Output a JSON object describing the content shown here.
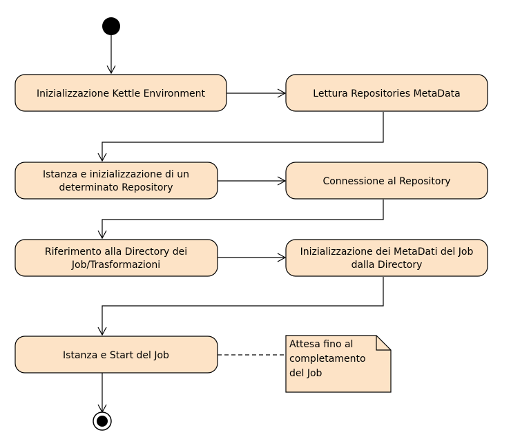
{
  "diagram": {
    "type": "activity",
    "colors": {
      "action_fill": "#fde3c6",
      "note_fill": "#fde3c6",
      "stroke": "#000000",
      "background": "#ffffff"
    },
    "start": "initial-node",
    "end": "final-node",
    "actions": [
      {
        "id": "a1",
        "lines": [
          "Inizializzazione Kettle Environment"
        ]
      },
      {
        "id": "a2",
        "lines": [
          "Lettura Repositories MetaData"
        ]
      },
      {
        "id": "a3",
        "lines": [
          "Istanza e inizializzazione di un",
          "determinato Repository"
        ]
      },
      {
        "id": "a4",
        "lines": [
          "Connessione al Repository"
        ]
      },
      {
        "id": "a5",
        "lines": [
          "Riferimento alla Directory dei",
          "Job/Trasformazioni"
        ]
      },
      {
        "id": "a6",
        "lines": [
          "Inizializzazione dei MetaDati del Job",
          "dalla Directory"
        ]
      },
      {
        "id": "a7",
        "lines": [
          "Istanza e Start del Job"
        ]
      }
    ],
    "flows": [
      [
        "initial-node",
        "a1"
      ],
      [
        "a1",
        "a2"
      ],
      [
        "a2",
        "a3"
      ],
      [
        "a3",
        "a4"
      ],
      [
        "a4",
        "a5"
      ],
      [
        "a5",
        "a6"
      ],
      [
        "a6",
        "a7"
      ],
      [
        "a7",
        "final-node"
      ]
    ],
    "note": {
      "lines": [
        "Attesa fino al",
        "completamento",
        "del Job"
      ],
      "attached_to": "a7"
    }
  }
}
